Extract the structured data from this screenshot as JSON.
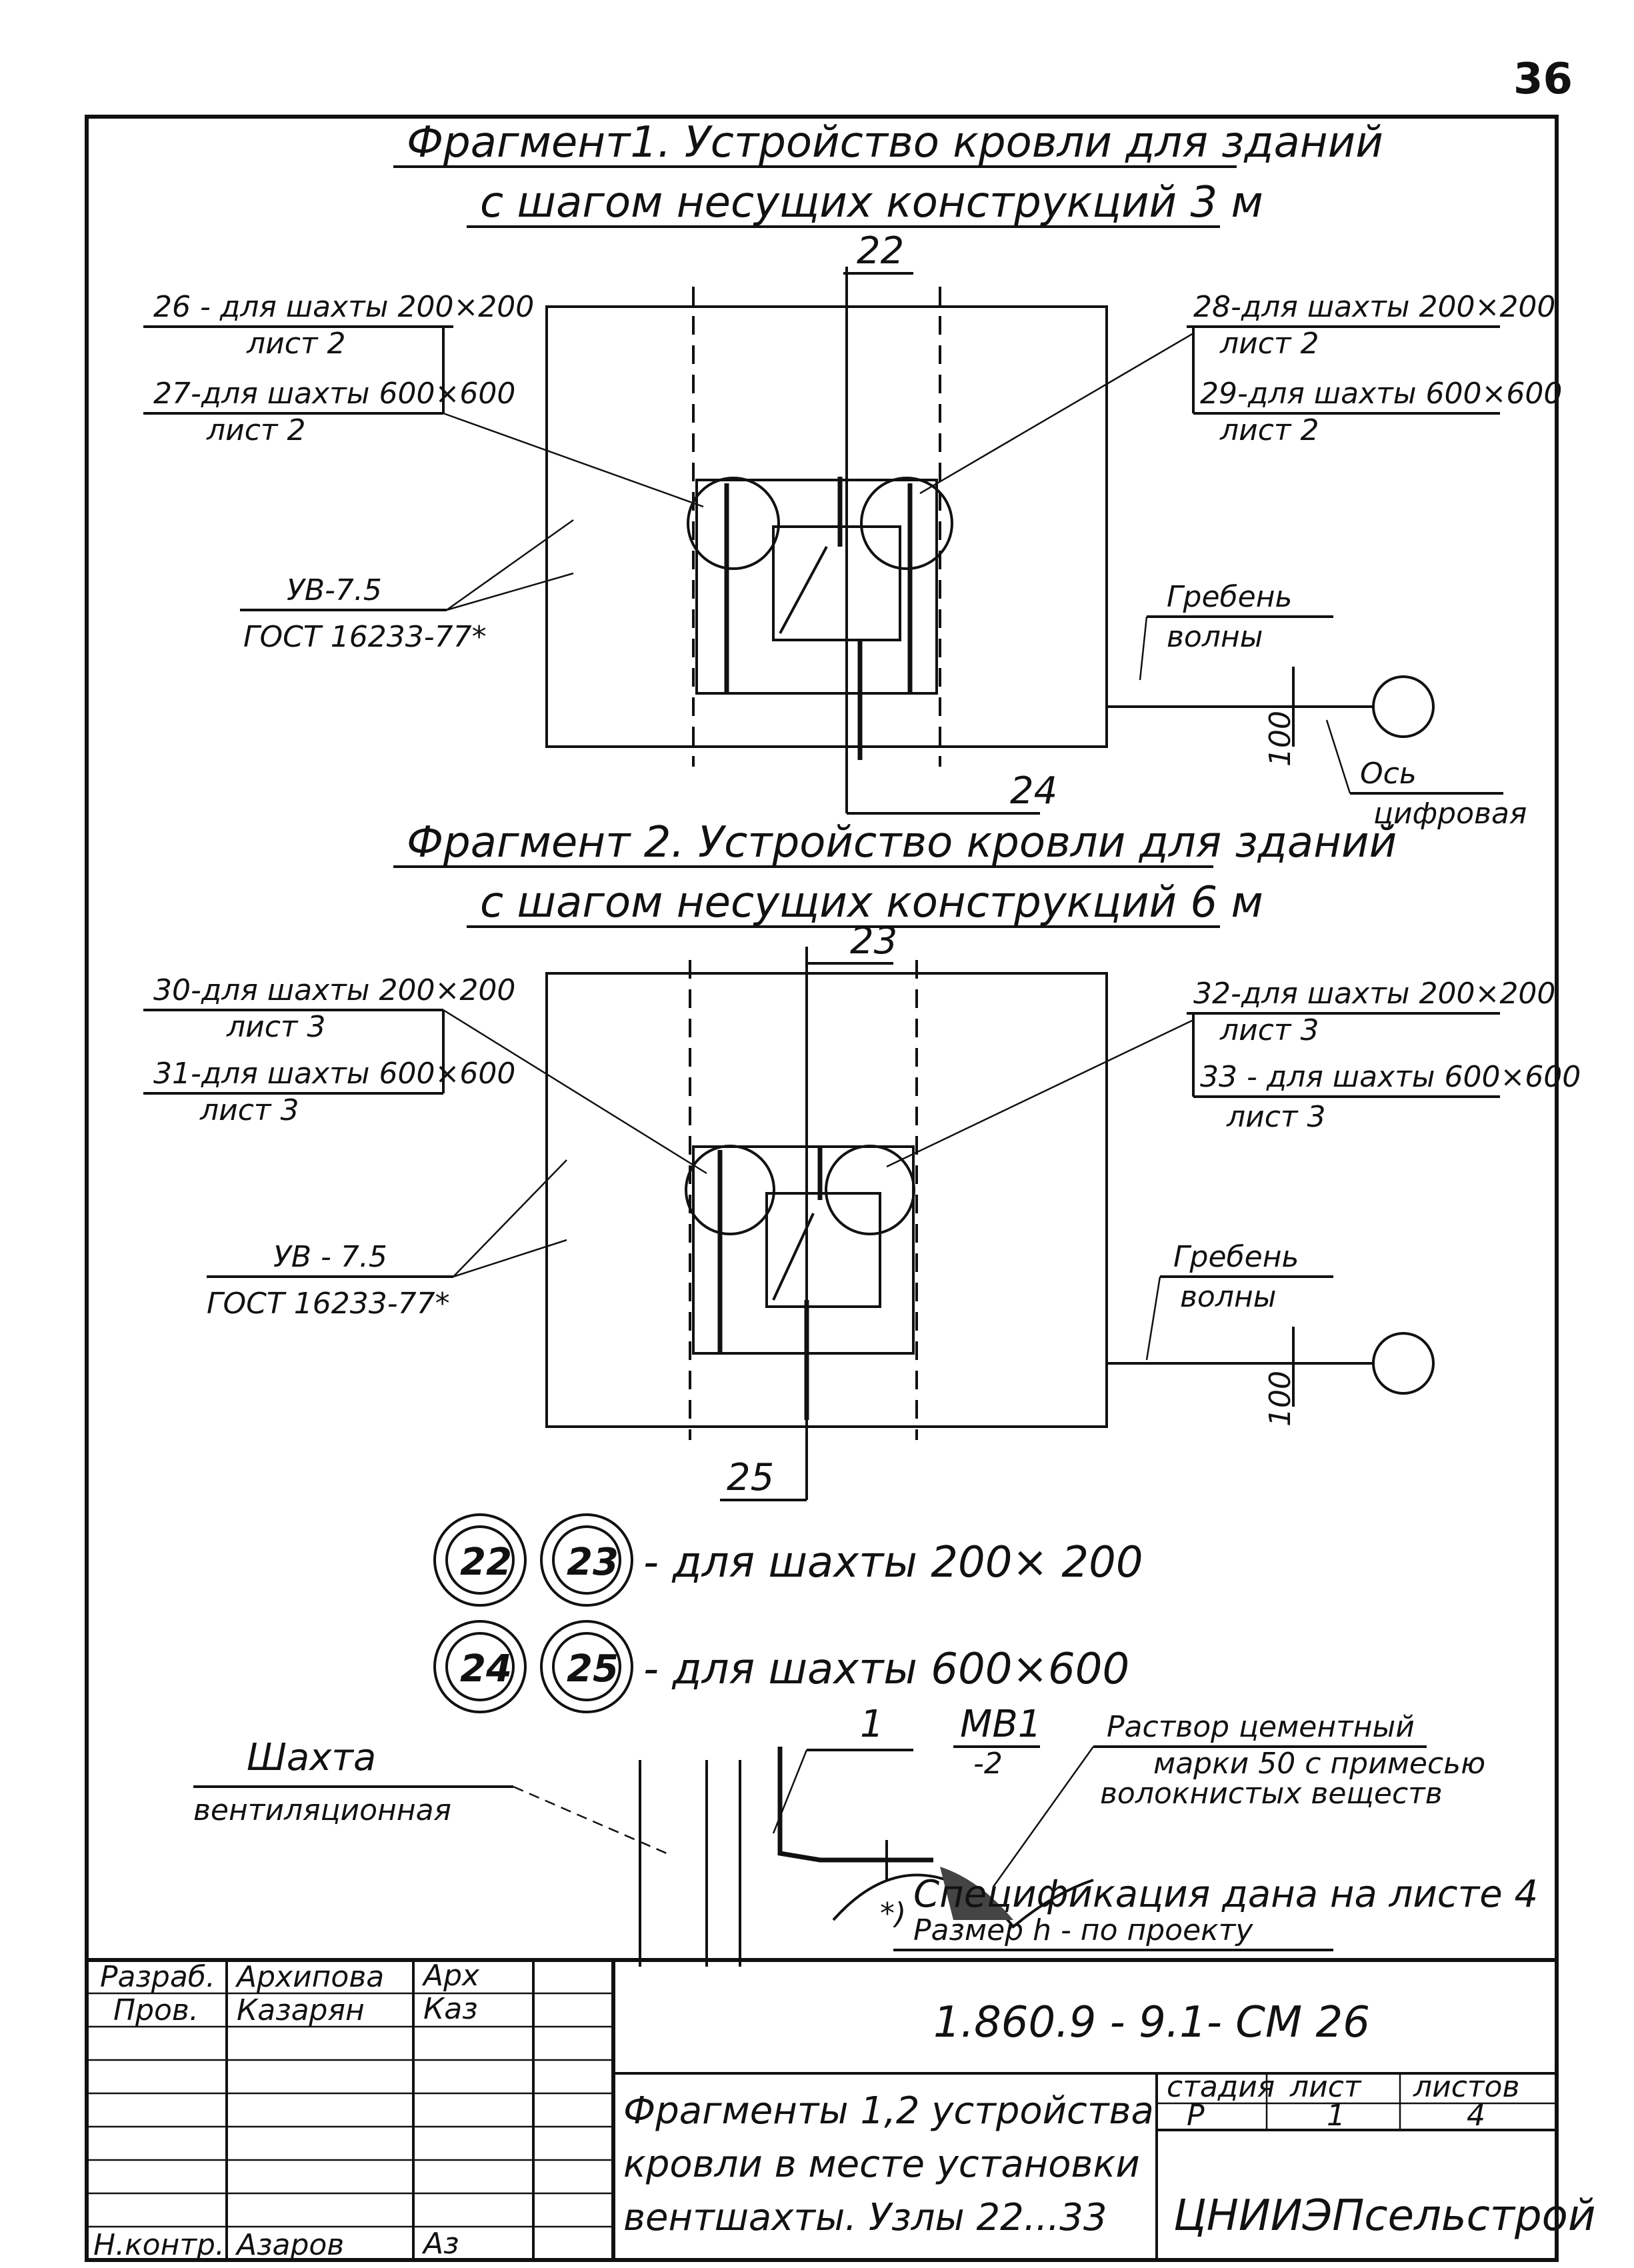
{
  "sheet_number": "36",
  "fragment1": {
    "title_line1": "Фрагмент1. Устройство кровли для зданий",
    "title_line2": "с шагом несущих конструкций 3 м",
    "node_top": "22",
    "node_bottom": "24",
    "left_labels": [
      "26 - для шахты 200×200",
      "лист 2",
      "27-для шахты 600×600",
      "лист 2"
    ],
    "right_labels": [
      "28-для шахты 200×200",
      "лист 2",
      "29-для шахты 600×600",
      "лист 2"
    ],
    "uv_label": "УВ-7.5",
    "gost_label": "ГОСТ 16233-77*",
    "crest_line1": "Гребень",
    "crest_line2": "волны",
    "dim_100": "100",
    "axis_line1": "Ось",
    "axis_line2": "цифровая"
  },
  "fragment2": {
    "title_line1": "Фрагмент 2. Устройство кровли для зданий",
    "title_line2": "с шагом несущих конструкций 6 м",
    "node_top": "23",
    "node_bottom": "25",
    "left_labels": [
      "30-для шахты 200×200",
      "лист 3",
      "31-для шахты 600×600",
      "лист 3"
    ],
    "right_labels": [
      "32-для шахты 200×200",
      "лист 3",
      "33 - для шахты 600×600",
      "лист 3"
    ],
    "uv_label": "УВ - 7.5",
    "gost_label": "ГОСТ 16233-77*",
    "crest_line1": "Гребень",
    "crest_line2": "волны",
    "dim_100": "100"
  },
  "legend": {
    "n22": "22",
    "n23": "23",
    "n24": "24",
    "n25": "25",
    "text_200": "- для шахты 200× 200",
    "text_600": "- для шахты 600×600"
  },
  "detail": {
    "shaft_line1": "Шахта",
    "shaft_line2": "вентиляционная",
    "pos1": "1",
    "mark_num": "МВ1",
    "mark_den": "-2",
    "mortar_line1": "Раствор цементный",
    "mortar_line2": "марки 50 с примесью",
    "mortar_line3": "волокнистых веществ"
  },
  "notes": {
    "note1": "Спецификация дана на листе 4",
    "note2": "Размер h - по проекту",
    "star": "*)"
  },
  "title_block": {
    "role1": "Разраб.",
    "name1": "Архипова",
    "role2": "Пров.",
    "name2": "Казарян",
    "role3": "Н.контр.",
    "name3": "Азаров",
    "sign1": "Арх",
    "sign2": "Каз",
    "sign3": "Аз",
    "doc_code": "1.860.9 - 9.1- СМ 26",
    "title_line1": "Фрагменты 1,2 устройства",
    "title_line2": "кровли в месте установки",
    "title_line3": "вентшахты. Узлы 22...33",
    "stage_label": "стадия",
    "sheet_label": "лист",
    "sheets_label": "листов",
    "stage_value": "Р",
    "sheet_value": "1",
    "sheets_value": "4",
    "organization": "ЦНИИЭПсельстрой"
  }
}
